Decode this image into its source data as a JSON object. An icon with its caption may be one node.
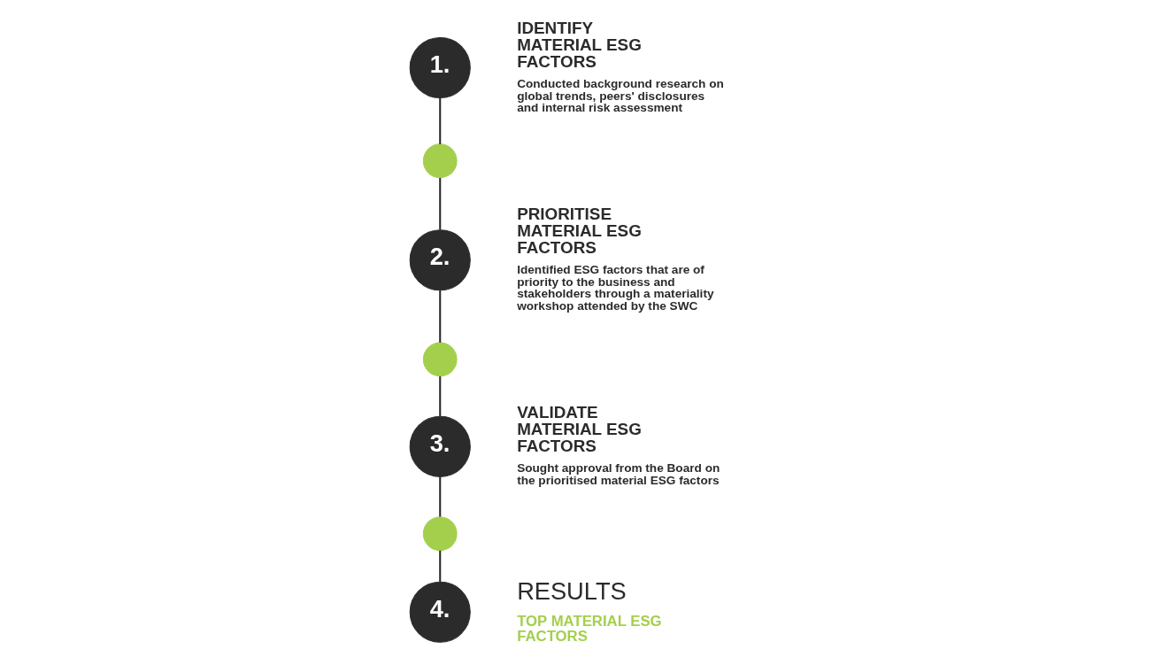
{
  "diagram": {
    "nodes": [
      {
        "text": [
          "1."
        ],
        "beside": [
          "IDENTIFY MATERIAL ESG FACTORS",
          "Conducted background research on global trends, peers' disclosures and internal risk assessment"
        ]
      },
      {
        "text": [],
        "shape": "circle"
      },
      {
        "text": [
          "2."
        ],
        "beside": [
          "PRIORITISE MATERIAL ESG FACTORS",
          "Identified ESG factors that are of priority to the business and stakeholders through a materiality workshop attended by the SWC"
        ]
      },
      {
        "text": [],
        "shape": "circle"
      },
      {
        "text": [
          "3."
        ],
        "beside": [
          "VALIDATE MATERIAL ESG FACTORS",
          "Sought approval from the Board on the prioritised material ESG factors"
        ]
      },
      {
        "text": [],
        "shape": "circle"
      },
      {
        "text": [
          "4."
        ],
        "beside": [
          "RESULTS",
          "TOP MATERIAL ESG FACTORS"
        ]
      }
    ],
    "edges": [
      {
        "from": 0,
        "to": 1,
        "arrow": "none"
      },
      {
        "from": 1,
        "to": 2,
        "arrow": "none"
      },
      {
        "from": 2,
        "to": 3,
        "arrow": "none"
      },
      {
        "from": 3,
        "to": 4,
        "arrow": "none"
      },
      {
        "from": 4,
        "to": 5,
        "arrow": "none"
      },
      {
        "from": 5,
        "to": 6,
        "arrow": "none"
      }
    ]
  }
}
